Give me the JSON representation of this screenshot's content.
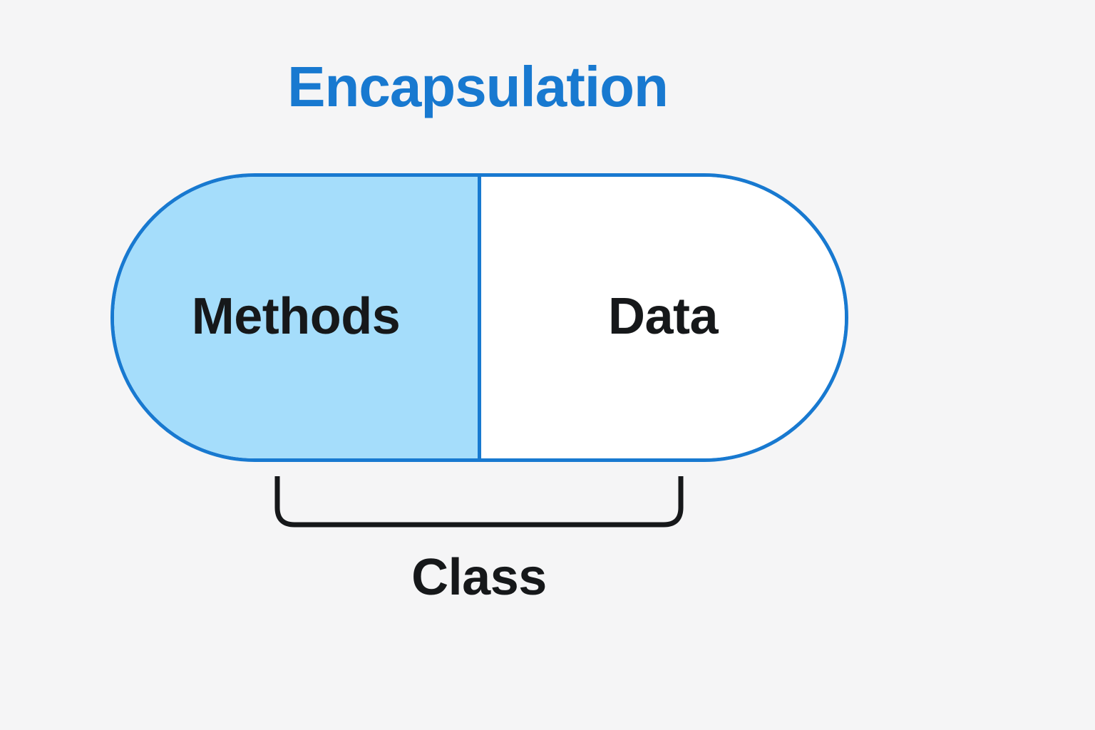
{
  "diagram": {
    "title": "Encapsulation",
    "type": "concept-diagram",
    "background_color": "#f5f5f6",
    "accent_color": "#1879d0",
    "capsule": {
      "shape": "capsule",
      "border_color": "#1879d0",
      "halves": [
        {
          "label": "Methods",
          "fill_color": "#a5ddfb",
          "text_color": "#16181a"
        },
        {
          "label": "Data",
          "fill_color": "#ffffff",
          "text_color": "#16181a"
        }
      ]
    },
    "bracket": {
      "icon": "curly-brace-under-icon",
      "color": "#16181a",
      "caption": "Class"
    }
  }
}
